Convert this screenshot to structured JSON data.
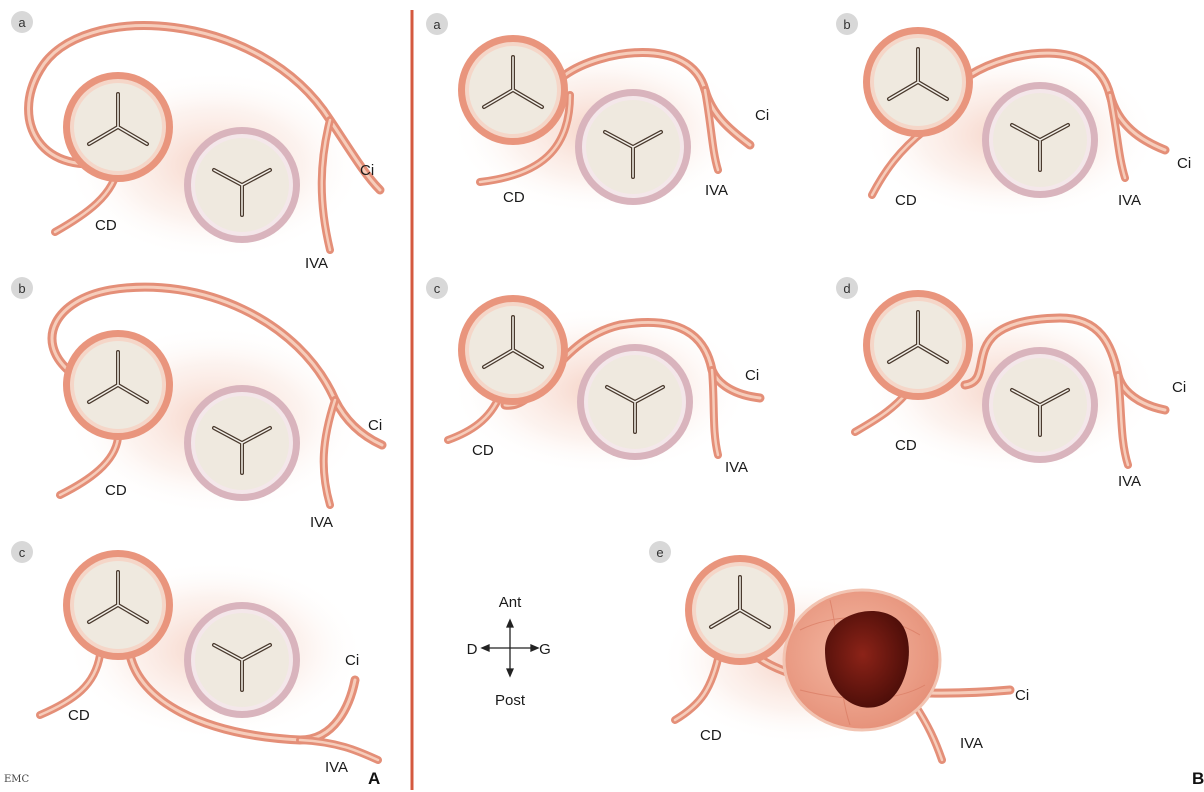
{
  "section_labels": {
    "left": "A",
    "right": "B"
  },
  "credit": "EMC",
  "compass": {
    "up": "Ant",
    "down": "Post",
    "left": "D",
    "right": "G"
  },
  "colors": {
    "artery": "#e48f78",
    "artery_light": "#f6cdbb",
    "coronary_ring": "#e9957d",
    "other_ring": "#d9b4bd",
    "valve_fill": "#efe9df",
    "divider": "#d4593f",
    "badge": "#d8d8d8"
  },
  "panels": [
    {
      "id": "A-a",
      "badge": "a",
      "labels": {
        "ci": "Ci",
        "cd": "CD",
        "iva": "IVA"
      }
    },
    {
      "id": "A-b",
      "badge": "b",
      "labels": {
        "ci": "Ci",
        "cd": "CD",
        "iva": "IVA"
      }
    },
    {
      "id": "A-c",
      "badge": "c",
      "labels": {
        "ci": "Ci",
        "cd": "CD",
        "iva": "IVA"
      }
    },
    {
      "id": "B-a",
      "badge": "a",
      "labels": {
        "ci": "Ci",
        "cd": "CD",
        "iva": "IVA"
      }
    },
    {
      "id": "B-b",
      "badge": "b",
      "labels": {
        "ci": "Ci",
        "cd": "CD",
        "iva": "IVA"
      }
    },
    {
      "id": "B-c",
      "badge": "c",
      "labels": {
        "ci": "Ci",
        "cd": "CD",
        "iva": "IVA"
      }
    },
    {
      "id": "B-d",
      "badge": "d",
      "labels": {
        "ci": "Ci",
        "cd": "CD",
        "iva": "IVA"
      }
    },
    {
      "id": "B-e",
      "badge": "e",
      "labels": {
        "ci": "Ci",
        "cd": "CD",
        "iva": "IVA"
      }
    }
  ]
}
